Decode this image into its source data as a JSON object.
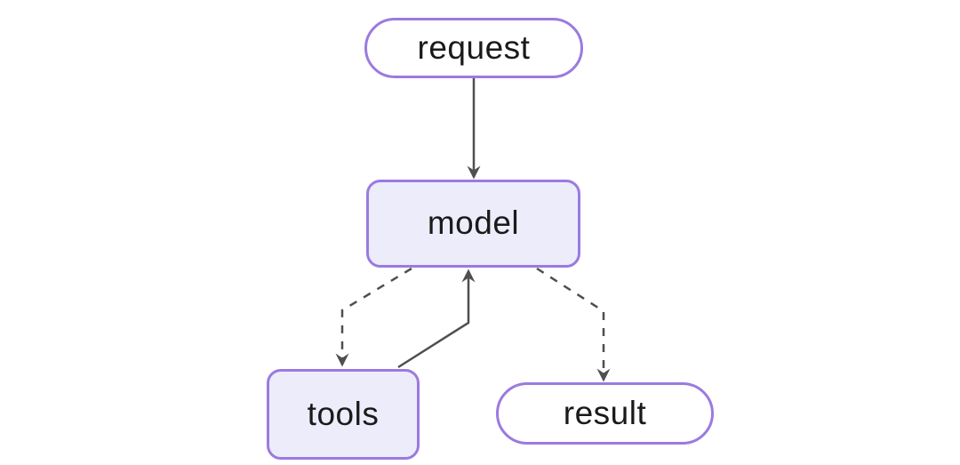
{
  "diagram": {
    "type": "flowchart",
    "direction": "top-down",
    "nodes": [
      {
        "id": "request",
        "label": "request",
        "shape": "stadium",
        "fill": "#ffffff"
      },
      {
        "id": "model",
        "label": "model",
        "shape": "rounded-rect",
        "fill": "#ececfb"
      },
      {
        "id": "tools",
        "label": "tools",
        "shape": "rounded-rect",
        "fill": "#ececfb"
      },
      {
        "id": "result",
        "label": "result",
        "shape": "stadium",
        "fill": "#ffffff"
      }
    ],
    "edges": [
      {
        "from": "request",
        "to": "model",
        "style": "solid",
        "arrow": "barbed"
      },
      {
        "from": "model",
        "to": "tools",
        "style": "dashed",
        "arrow": "barbed"
      },
      {
        "from": "tools",
        "to": "model",
        "style": "solid",
        "arrow": "barbed"
      },
      {
        "from": "model",
        "to": "result",
        "style": "dashed",
        "arrow": "barbed"
      }
    ],
    "colors": {
      "node_border": "#9b7ae0",
      "rect_fill": "#ececfb",
      "stadium_fill": "#ffffff",
      "edge_stroke": "#4f4f4f",
      "text": "#1a1a1a",
      "background": "#ffffff"
    }
  }
}
